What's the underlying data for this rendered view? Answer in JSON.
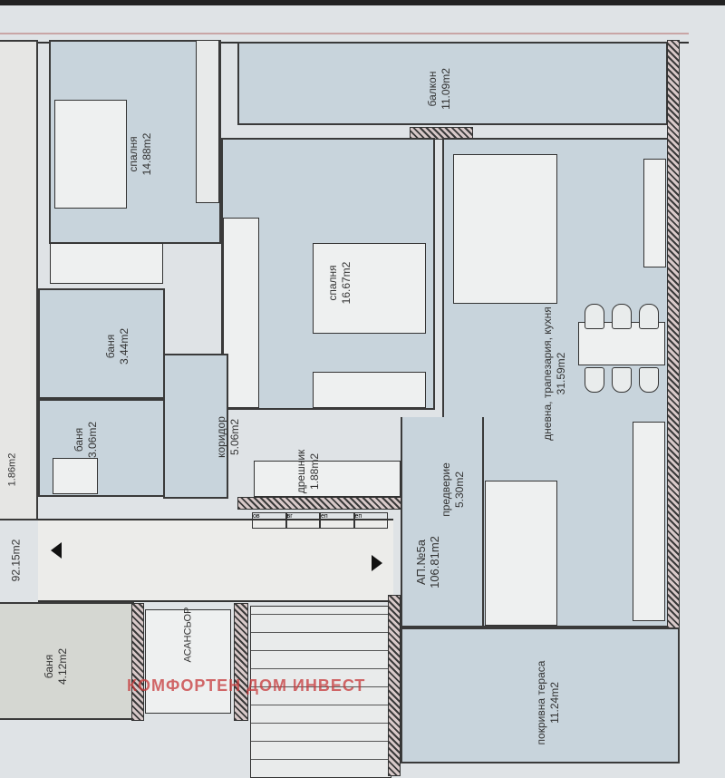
{
  "plan": {
    "apartment": {
      "name": "АП.№5а",
      "area": "106.81m2"
    },
    "rooms": [
      {
        "id": "balcony",
        "name": "балкон",
        "area": "11.09m2"
      },
      {
        "id": "bedroom1",
        "name": "спалня",
        "area": "14.88m2"
      },
      {
        "id": "bedroom2",
        "name": "спалня",
        "area": "16.67m2"
      },
      {
        "id": "living",
        "name": "дневна, трапезария, кухня",
        "area": "31.59m2"
      },
      {
        "id": "bath1",
        "name": "баня",
        "area": "3.44m2"
      },
      {
        "id": "bath2",
        "name": "баня",
        "area": "3.06m2"
      },
      {
        "id": "corridor",
        "name": "коридор",
        "area": "5.06m2"
      },
      {
        "id": "closet",
        "name": "дрешник",
        "area": "1.88m2"
      },
      {
        "id": "foyer",
        "name": "предверие",
        "area": "5.30m2"
      },
      {
        "id": "terrace",
        "name": "покривна тераса",
        "area": "11.24m2"
      },
      {
        "id": "bath3",
        "name": "баня",
        "area": "4.12m2"
      }
    ],
    "neighbor": {
      "area": "92.15m2",
      "small_area": "1.86m2"
    },
    "elevator": "АСАНСЬОР",
    "meters": [
      "ов",
      "вг",
      "еп",
      "еп"
    ],
    "watermark": "КОМФОРТЕН ДОМ ИНВЕСТ"
  }
}
